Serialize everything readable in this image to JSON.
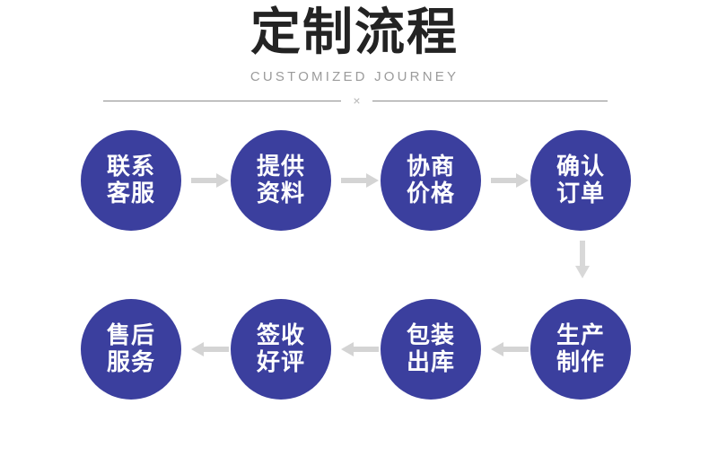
{
  "header": {
    "title": "定制流程",
    "subtitle": "CUSTOMIZED JOURNEY",
    "divider_mark": "×"
  },
  "colors": {
    "node_fill": "#3b3f9e",
    "node_text": "#ffffff",
    "arrow": "#d4d4d4",
    "title_text": "#232323",
    "subtitle_text": "#9b9b9b",
    "divider_line": "#8d8d8d",
    "background": "#ffffff"
  },
  "flow": {
    "row_top": {
      "direction": "left-to-right",
      "nodes": [
        {
          "step": 1,
          "line1": "联系",
          "line2": "客服"
        },
        {
          "step": 2,
          "line1": "提供",
          "line2": "资料"
        },
        {
          "step": 3,
          "line1": "协商",
          "line2": "价格"
        },
        {
          "step": 4,
          "line1": "确认",
          "line2": "订单"
        }
      ],
      "connectors": [
        "arrow-right",
        "arrow-right",
        "arrow-right"
      ]
    },
    "row_bottom": {
      "direction": "right-to-left",
      "nodes": [
        {
          "step": 8,
          "line1": "售后",
          "line2": "服务"
        },
        {
          "step": 7,
          "line1": "签收",
          "line2": "好评"
        },
        {
          "step": 6,
          "line1": "包装",
          "line2": "出库"
        },
        {
          "step": 5,
          "line1": "生产",
          "line2": "制作"
        }
      ],
      "connectors": [
        "arrow-left",
        "arrow-left",
        "arrow-left"
      ]
    },
    "row_connector": "arrow-down"
  }
}
